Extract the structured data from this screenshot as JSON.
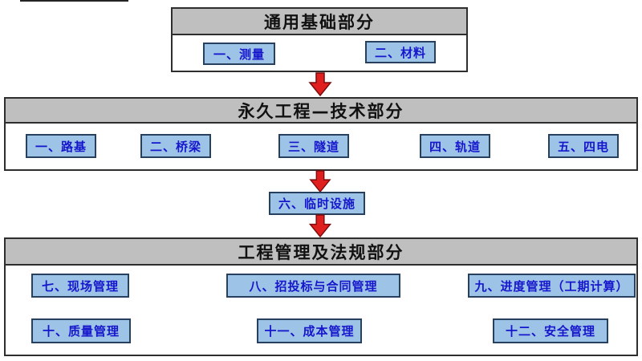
{
  "page": {
    "background": "#ffffff"
  },
  "colors": {
    "section_border": "#2e2e2e",
    "header_fill": "#bfbfbf",
    "title_text": "#111111",
    "chip_fill": "#9dc3e6",
    "chip_border": "#27405e",
    "chip_text": "#1616cc",
    "arrow_fill": "#e01f1f",
    "arrow_outline": "#7a0c0c"
  },
  "sections": {
    "general": {
      "title": "通用基础部分",
      "items": [
        "一、测量",
        "二、材料"
      ]
    },
    "permanent": {
      "title": "永久工程—技术部分",
      "items": [
        "一、路基",
        "二、桥梁",
        "三、隧道",
        "四、轨道",
        "五、四电"
      ]
    },
    "temporary": {
      "label": "六、临时设施"
    },
    "management": {
      "title": "工程管理及法规部分",
      "rows": [
        [
          "七、现场管理",
          "八、招投标与合同管理",
          "九、进度管理（工期计算）"
        ],
        [
          "十、质量管理",
          "十一、成本管理",
          "十二、安全管理"
        ]
      ]
    }
  }
}
